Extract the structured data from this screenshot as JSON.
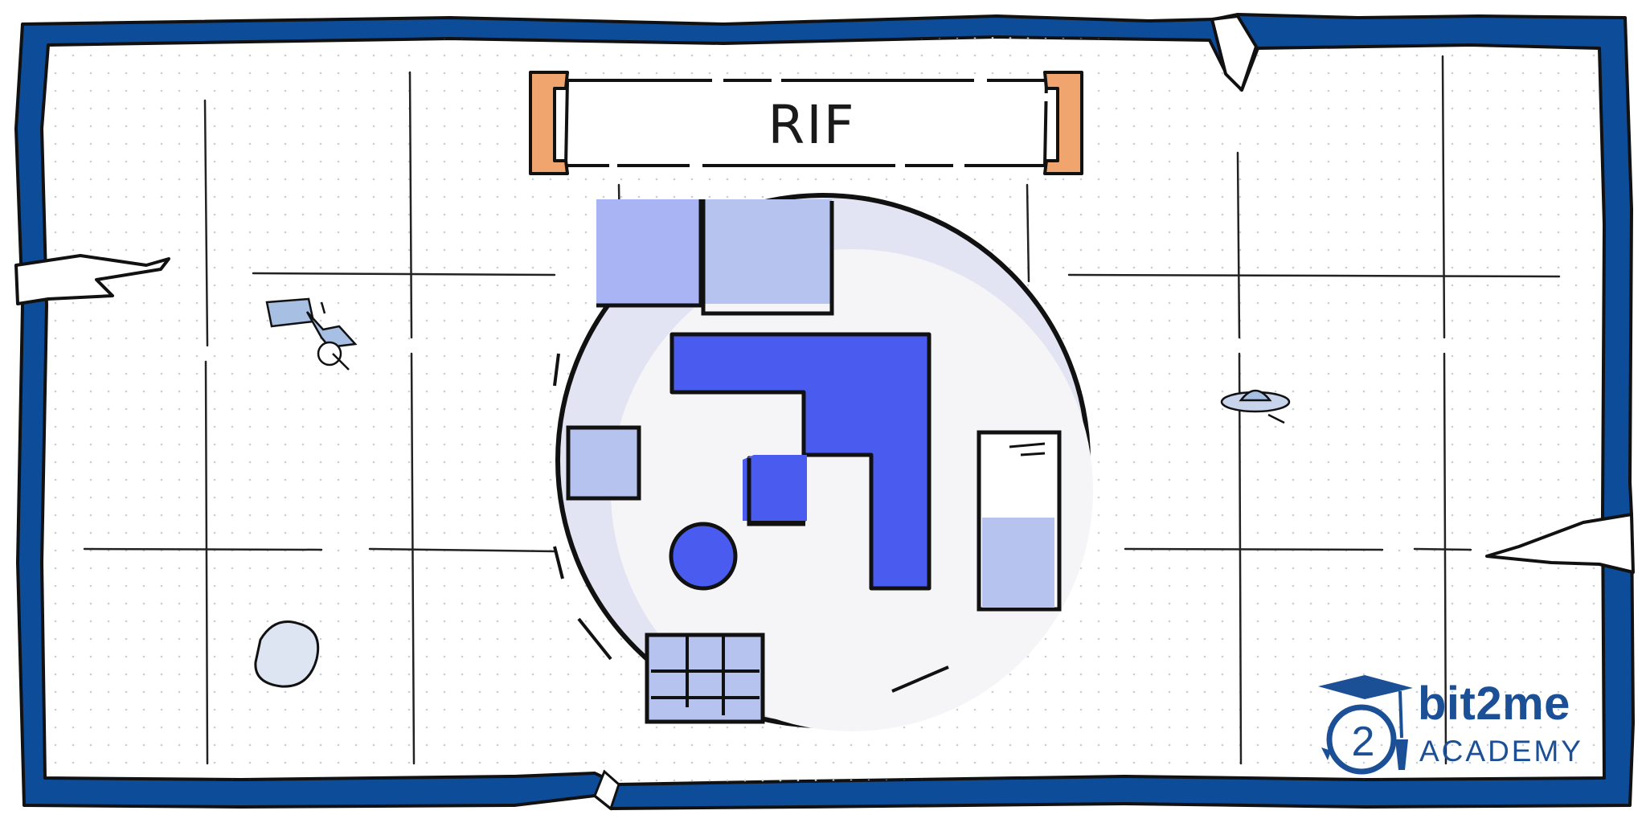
{
  "title": "RIF",
  "brand": {
    "name": "bit2me",
    "subtitle": "ACADEMY",
    "icon_digit": "2",
    "color": "#1b4f96"
  },
  "colors": {
    "frame": "#0d4c99",
    "bracket": "#f0a46e",
    "logo_blue": "#4a5cf0",
    "light_blue": "#b7c3ef",
    "circle_bg": "#e3e4f3"
  },
  "icons": [
    "satellite-icon",
    "ufo-icon",
    "asteroid-icon",
    "rif-logo-icon"
  ]
}
